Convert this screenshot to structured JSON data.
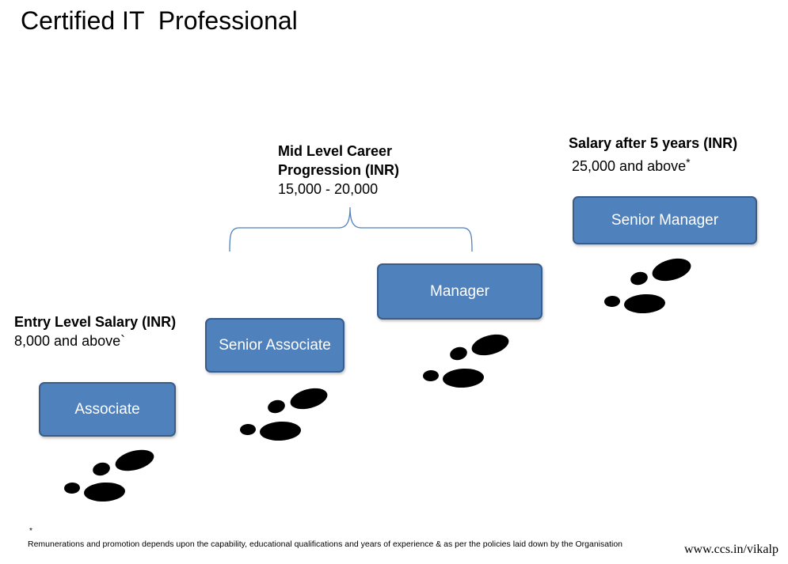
{
  "title": "Certified IT  Professional",
  "boxes": {
    "associate": "Associate",
    "senior_associate": "Senior Associate",
    "manager": "Manager",
    "senior_manager": "Senior Manager"
  },
  "entry": {
    "heading": "Entry Level Salary (INR)",
    "value": "8,000 and above`"
  },
  "mid": {
    "heading_line1": "Mid Level Career",
    "heading_line2": "Progression (INR)",
    "value": "15,000 - 20,000"
  },
  "senior": {
    "heading": "Salary after 5 years (INR)",
    "value": "25,000 and above",
    "marker": "*"
  },
  "footnote": {
    "marker": "*",
    "text": "Remunerations and promotion depends upon the capability, educational qualifications and years of experience & as per the policies laid down by the Organisation"
  },
  "url": "www.ccs.in/vikalp",
  "colors": {
    "box_fill": "#4f81bd",
    "box_border": "#385d8a",
    "brace": "#4f81bd",
    "footprint": "#000000"
  },
  "icons": [
    "footprints-icon",
    "footprints-icon",
    "footprints-icon",
    "footprints-icon",
    "curly-brace-icon"
  ]
}
